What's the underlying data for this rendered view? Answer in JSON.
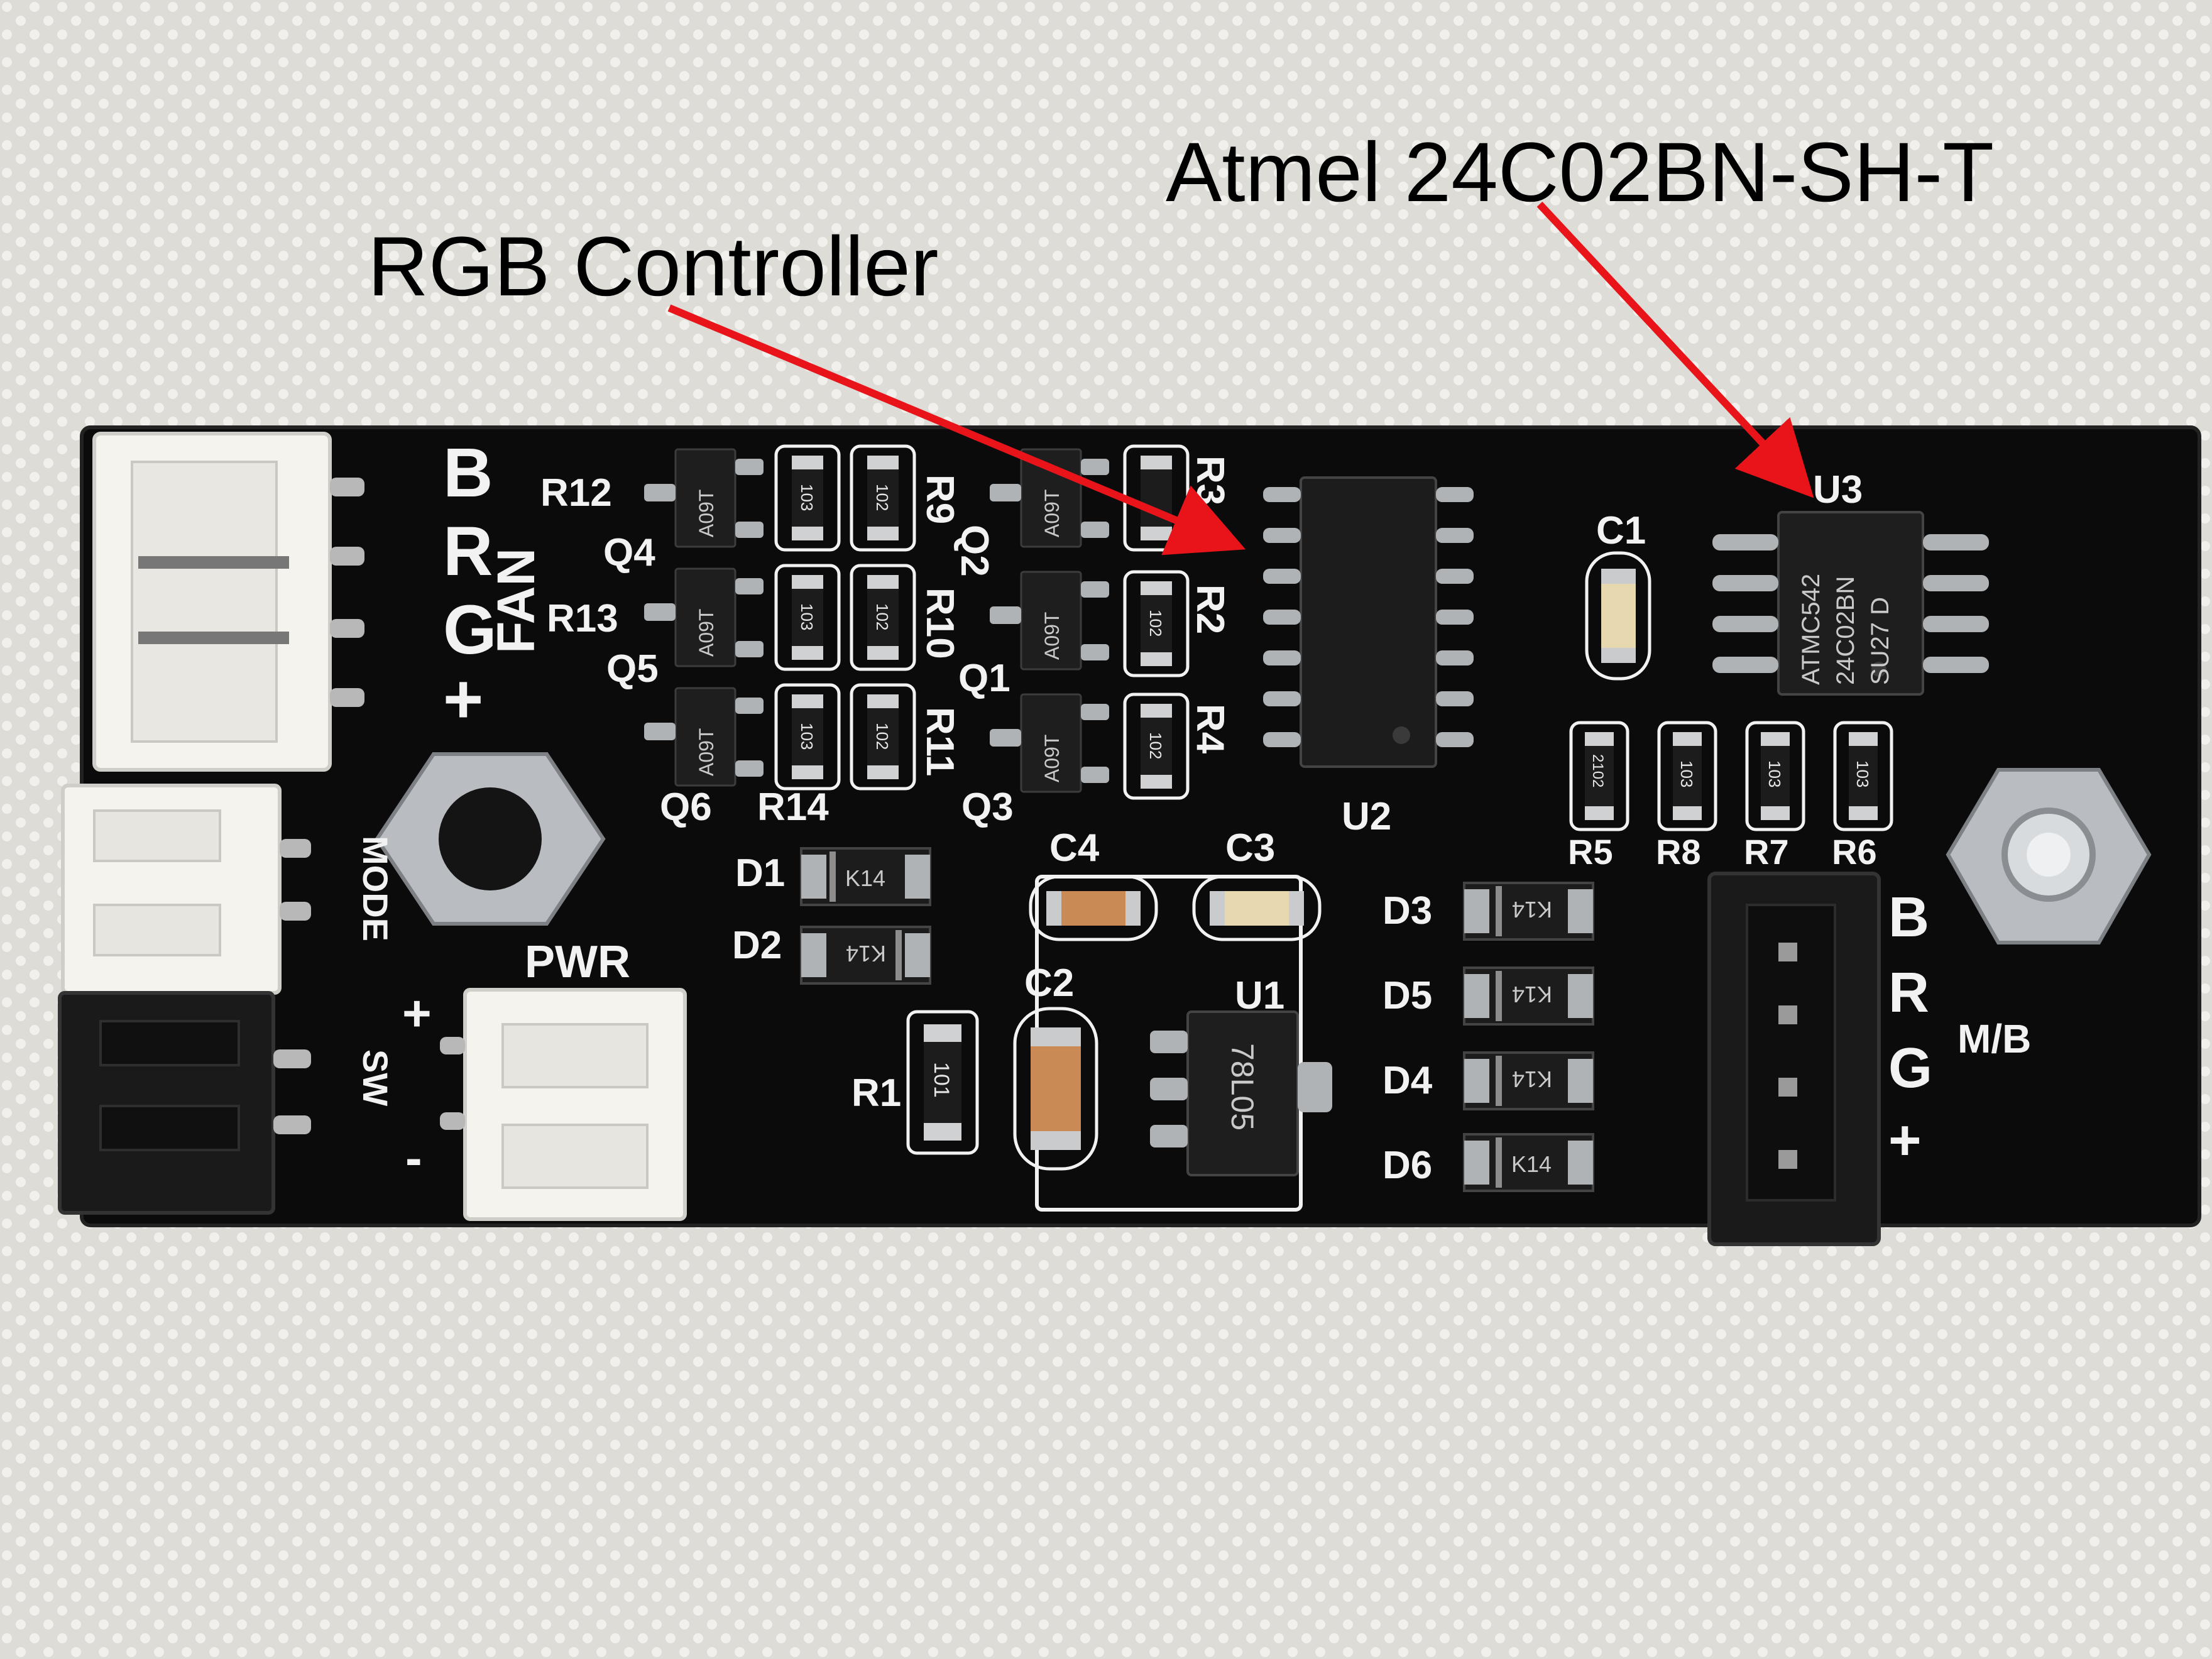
{
  "annotations": {
    "eeprom": "Atmel 24C02BN-SH-T",
    "controller": "RGB Controller"
  },
  "colors": {
    "background": "#dddcd6",
    "pcb": "#0b0b0b",
    "silkscreen": "#f2f2f2",
    "arrow": "#e8141a",
    "connector_white": "#f4f3ee",
    "connector_black": "#1a1a1a"
  },
  "silkscreen": {
    "fan_pins": [
      "B",
      "R",
      "G",
      "+"
    ],
    "fan_label": "FAN",
    "mode_label": "MODE",
    "sw_label": "SW",
    "pwr_label": "PWR",
    "pwr_plus": "+",
    "pwr_minus": "-",
    "mb_pins": [
      "B",
      "R",
      "G",
      "+"
    ],
    "mb_label": "M/B",
    "designators": {
      "R12": "R12",
      "R13": "R13",
      "R14": "R14",
      "R11": "R11",
      "R10": "R10",
      "R9": "R9",
      "R3": "R3",
      "R2": "R2",
      "R4": "R4",
      "R1": "R1",
      "R5": "R5",
      "R8": "R8",
      "R7": "R7",
      "R6": "R6",
      "Q4": "Q4",
      "Q5": "Q5",
      "Q6": "Q6",
      "Q2": "Q2",
      "Q1": "Q1",
      "Q3": "Q3",
      "U2": "U2",
      "U3": "U3",
      "U1": "U1",
      "C1": "C1",
      "C2": "C2",
      "C3": "C3",
      "C4": "C4",
      "D1": "D1",
      "D2": "D2",
      "D3": "D3",
      "D4": "D4",
      "D5": "D5",
      "D6": "D6"
    }
  },
  "chip_markings": {
    "u3_line1": "ATMC542",
    "u3_line2": "24C02BN",
    "u3_line3": "SU27 D",
    "u1": "78L05",
    "transistor": "A09T",
    "diode": "K14",
    "res_103": "103",
    "res_102": "102",
    "res_101": "101",
    "res_2102": "2102"
  }
}
